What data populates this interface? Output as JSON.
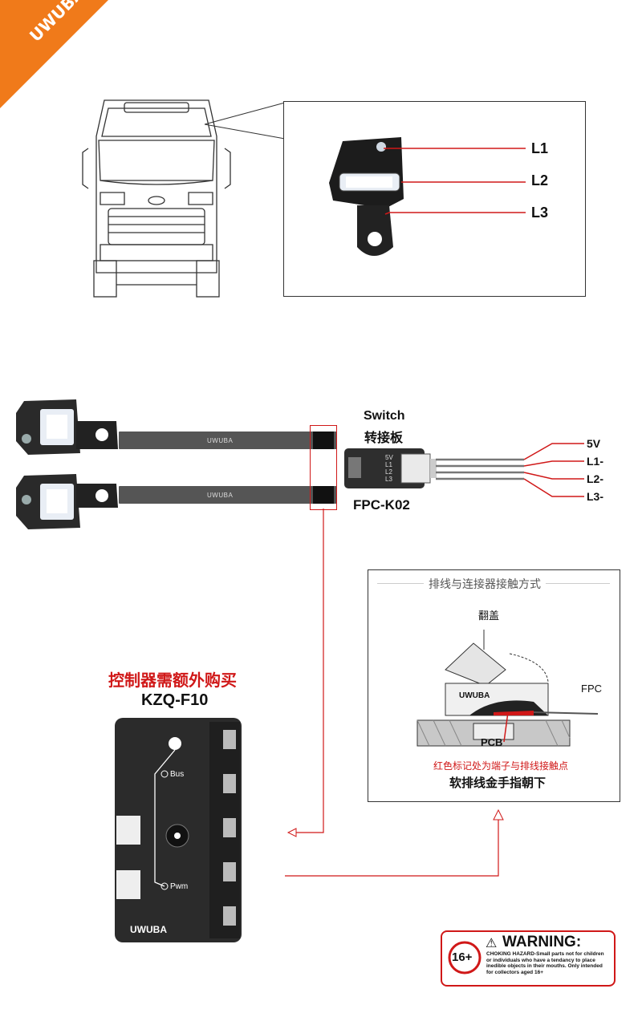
{
  "brand": {
    "corner_logo": "UWUBA",
    "cable_text": "UWUBA",
    "controller_logo": "UWUBA",
    "connector_logo": "UWUBA"
  },
  "top_diagram": {
    "labels": [
      "L1",
      "L2",
      "L3"
    ]
  },
  "switch_board": {
    "title_en": "Switch",
    "title_cn": "转接板",
    "model": "FPC-K02",
    "pin_labels": [
      "5V",
      "L1",
      "L2",
      "L3"
    ]
  },
  "wires": {
    "labels": [
      "5V",
      "L1-",
      "L2-",
      "L3-"
    ]
  },
  "controller": {
    "note": "控制器需额外购买",
    "model": "KZQ-F10",
    "bus_label": "Bus",
    "pwm_label": "Pwm"
  },
  "inset": {
    "title": "排线与连接器接触方式",
    "flip_cover": "翻盖",
    "fpc": "FPC",
    "pcb": "PCB",
    "red_note": "红色标记处为端子与排线接触点",
    "bottom_note": "软排线金手指朝下"
  },
  "warning": {
    "age": "16+",
    "heading": "WARNING:",
    "text": "CHOKING HAZARD-Small parts not for children or individuals who have a tendancy to place inedible objects in their mouths. Only intended for collectors aged 16+"
  },
  "colors": {
    "accent_orange": "#f07a1a",
    "red": "#d01818",
    "dark": "#2b2b2b"
  }
}
